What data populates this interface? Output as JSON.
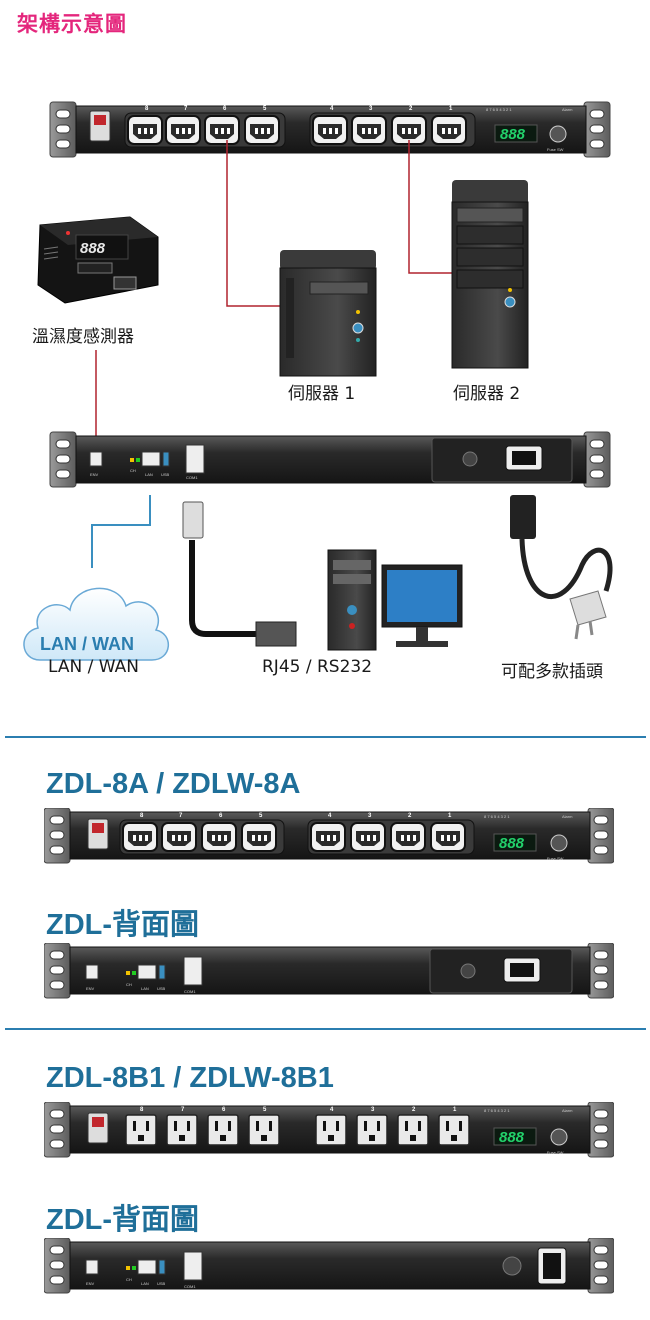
{
  "page_title": "架構示意圖",
  "diagram": {
    "sensor_label": "溫濕度感測器",
    "sensor_display": "888",
    "server1_label": "伺服器 1",
    "server2_label": "伺服器 2",
    "lan_wan_cloud": "LAN / WAN",
    "lan_wan_label": "LAN / WAN",
    "rj45_label": "RJ45 / RS232",
    "plug_label": "可配多款插頭"
  },
  "pdu_front": {
    "outlet_numbers": [
      "8",
      "7",
      "6",
      "5",
      "4",
      "3",
      "2",
      "1"
    ],
    "led_numbers": "8 7 6 5 4 3 2 1",
    "alarm": "Alarm",
    "display": "888",
    "fuse": "Fuse SW"
  },
  "pdu_rear": {
    "env": "ENV",
    "ch": "CH",
    "lan": "LAN",
    "usb": "USB",
    "com": "COM1"
  },
  "sections": [
    {
      "title": "ZDL-8A / ZDLW-8A"
    },
    {
      "title": "ZDL-背面圖"
    },
    {
      "title": "ZDL-8B1 / ZDLW-8B1"
    },
    {
      "title": "ZDL-背面圖"
    }
  ],
  "colors": {
    "title_pink": "#e4267c",
    "section_blue": "#1f6f99",
    "divider": "#2b7eb0",
    "cable_red": "#b0232e",
    "cable_blue": "#3a8fc0",
    "display_green": "#22d06a"
  }
}
